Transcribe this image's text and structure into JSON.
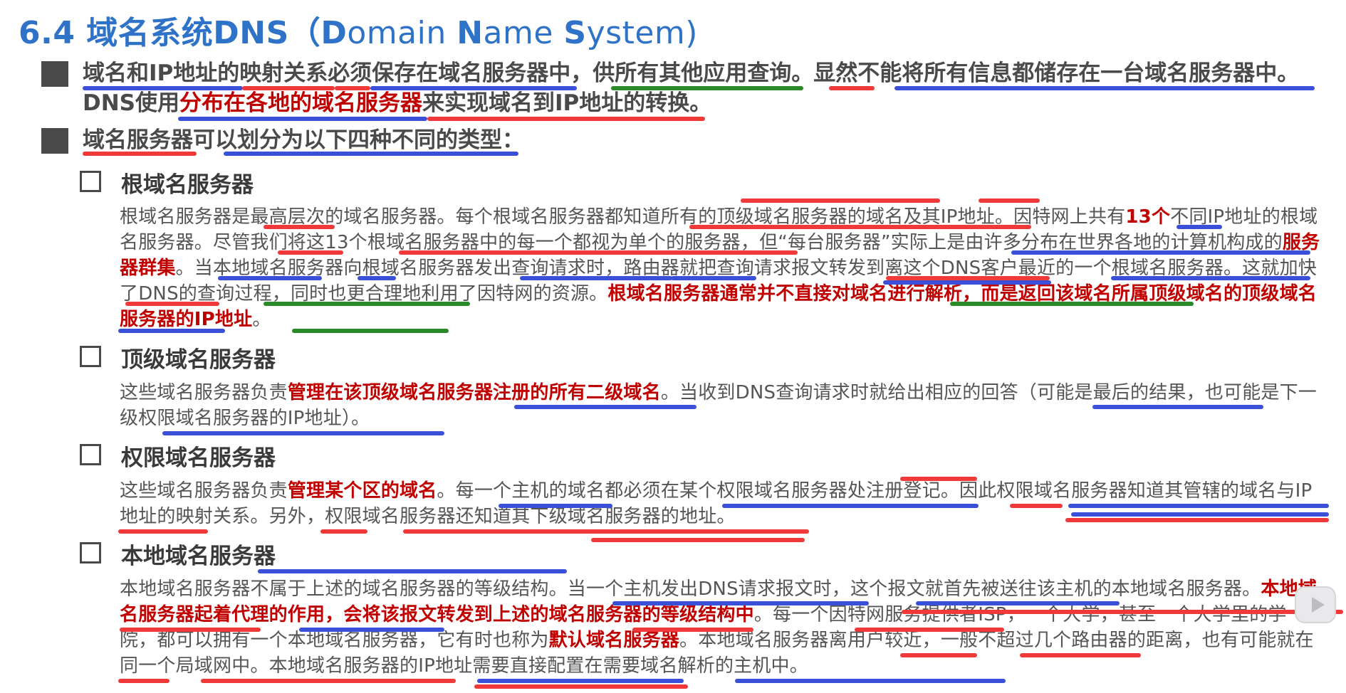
{
  "title": {
    "prefix": "6.4 域名系统DNS（",
    "d": "D",
    "omain": "omain ",
    "n": "N",
    "ame": "ame ",
    "s": "S",
    "ystem": "ystem)"
  },
  "bullets": [
    {
      "part1": "域名和IP地址的映射关系必须保存在域名服务器中，供所有其他应用查询。显然不能将所有信息都储存在一台域名服务器中。",
      "part2a": "DNS使用",
      "part2b": "分布在各地的域名服务器",
      "part2c": "来实现域名到IP地址的转换。"
    },
    {
      "text": "域名服务器可以划分为以下四种不同的类型："
    }
  ],
  "sections": [
    {
      "heading": "根域名服务器",
      "p1": "根域名服务器是最高层次的域名服务器。每个根域名服务器都知道所有的顶级域名服务器的域名及其IP地址。因特网上共有",
      "p1red": "13个",
      "p2": "不同IP地址的根域名服务器。尽管我们将这13个根域名服务器中的每一个都视为单个的服务器，但“每台服务器”实际上是由许多分布在世界各地的计算机构成的",
      "p2red": "服务器群集",
      "p3": "。当本地域名服务器向根域名服务器发出查询请求时，路由器就把查询请求报文转发到离这个DNS客户最近的一个根域名服务器。这就加快了DNS的查询过程，同时也更合理地利用了因特网的资源。",
      "p3red": "根域名服务器通常并不直接对域名进行解析，而是返回该域名所属顶级域名的顶级域名服务器的IP地址",
      "p4": "。"
    },
    {
      "heading": "顶级域名服务器",
      "p1": "这些域名服务器负责",
      "p1red": "管理在该顶级域名服务器注册的所有二级域名",
      "p2": "。当收到DNS查询请求时就给出相应的回答（可能是最后的结果，也可能是下一级权限域名服务器的IP地址）。"
    },
    {
      "heading": "权限域名服务器",
      "p1": "这些域名服务器负责",
      "p1red": "管理某个区的域名",
      "p2": "。每一个主机的域名都必须在某个权限域名服务器处注册登记。因此权限域名服务器知道其管辖的域名与IP地址的映射关系。另外，权限域名服务器还知道其下级域名服务器的地址。"
    },
    {
      "heading": "本地域名服务器",
      "p1": "本地域名服务器不属于上述的域名服务器的等级结构。当一个主机发出DNS请求报文时，这个报文就首先被送往该主机的本地域名服务器。",
      "p1red": "本地域名服务器起着代理的作用，会将该报文转发到上述的域名服务器的等级结构中",
      "p2": "。每一个因特网服务提供者ISP，一个大学，甚至一个大学里的学院，都可以拥有一个本地域名服务器，它有时也称为",
      "p2red": "默认域名服务器",
      "p3": "。本地域名服务器离用户较近，一般不超过几个路由器的距离，也有可能就在同一个局域网中。本地域名服务器的IP地址需要直接配置在需要域名解析的主机中。"
    }
  ],
  "colors": {
    "title": "#2f73c9",
    "text": "#4a4a4a",
    "emphasis": "#c00000",
    "underline_red": "#f03a3a",
    "underline_blue": "#3a50d9",
    "underline_green": "#2a8a2a"
  },
  "icons": {
    "bullet": "filled-square",
    "subbullet": "hollow-square",
    "overlay": "play-icon"
  }
}
